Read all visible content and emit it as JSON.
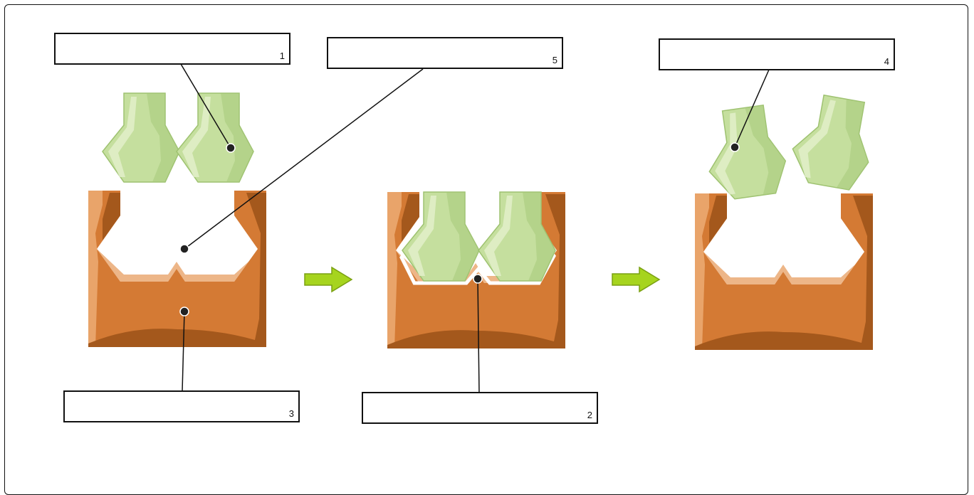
{
  "labels": [
    {
      "id": "label-1",
      "number": "1"
    },
    {
      "id": "label-5",
      "number": "5"
    },
    {
      "id": "label-4",
      "number": "4"
    },
    {
      "id": "label-3",
      "number": "3"
    },
    {
      "id": "label-2",
      "number": "2"
    }
  ],
  "colors": {
    "substrate": "#c5df9e",
    "substrate_dark": "#9ec270",
    "substrate_highlight": "#e3f0cc",
    "enzyme": "#d47a34",
    "enzyme_dark": "#a4581c",
    "enzyme_light": "#e9a46a",
    "arrow": "#a6d41e",
    "arrow_dark": "#7aa012"
  }
}
